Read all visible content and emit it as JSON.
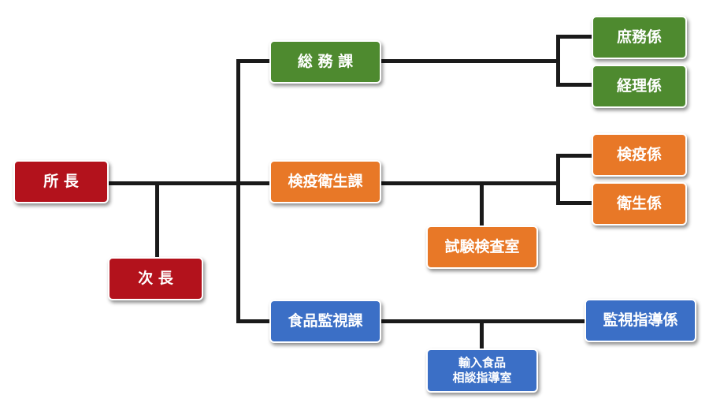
{
  "colors": {
    "red": "#b3121c",
    "green": "#4e8a2f",
    "orange": "#e87827",
    "blue": "#3b6fc6",
    "connector": "#1a1a1a"
  },
  "nodes": {
    "shocho": {
      "label": "所 長",
      "color": "red"
    },
    "jicho": {
      "label": "次 長",
      "color": "red"
    },
    "somuka": {
      "label": "総 務 課",
      "color": "green"
    },
    "shomugakari": {
      "label": "庶務係",
      "color": "green"
    },
    "keirigakari": {
      "label": "経理係",
      "color": "green"
    },
    "kenekieiseika": {
      "label": "検疫衛生課",
      "color": "orange"
    },
    "kenekigakari": {
      "label": "検疫係",
      "color": "orange"
    },
    "eiseigakari": {
      "label": "衛生係",
      "color": "orange"
    },
    "shikenkensashitsu": {
      "label": "試験検査室",
      "color": "orange"
    },
    "shokuhinkanshika": {
      "label": "食品監視課",
      "color": "blue"
    },
    "kanshishidogakari": {
      "label": "監視指導係",
      "color": "blue"
    },
    "yunyushidoshitsu": {
      "label": "輸入食品\n相談指導室",
      "color": "blue"
    }
  }
}
